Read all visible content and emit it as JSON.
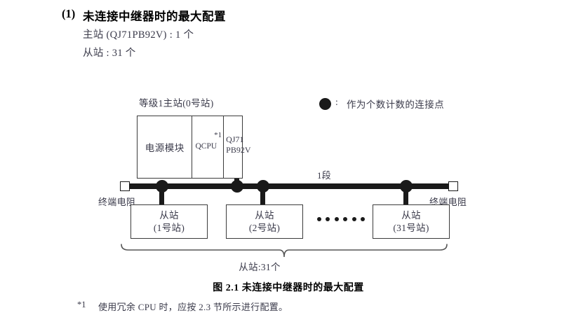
{
  "heading": {
    "number": "(1)",
    "title": "未连接中继器时的最大配置",
    "spec_master": "主站 (QJ71PB92V) : 1 个",
    "spec_slave": "从站 : 31 个"
  },
  "legend": {
    "symbol": "filled-circle",
    "separator": ":",
    "text": "作为个数计数的连接点"
  },
  "diagram": {
    "master_caption": "等级1主站(0号站)",
    "master_modules": {
      "power_label": "电源模块",
      "cpu_label": "QCPU",
      "cpu_footnote": "*1",
      "network_label": "QJ71\nPB92V",
      "network_line1": "QJ71",
      "network_line2": "PB92V"
    },
    "segment_label": "1段",
    "terminator_left": "终端电阻",
    "terminator_right": "终端电阻",
    "slaves": [
      {
        "name": "从站",
        "station": "(1号站)"
      },
      {
        "name": "从站",
        "station": "(2号站)"
      },
      {
        "name": "从站",
        "station": "(31号站)"
      }
    ],
    "ellipsis_count": 6,
    "brace_label": "从站:31个"
  },
  "caption": "图 2.1  未连接中继器时的最大配置",
  "footnote": {
    "marker": "*1",
    "text": "使用冗余 CPU 时，应按 2.3 节所示进行配置。"
  },
  "colors": {
    "ink": "#231f20",
    "text_blue_black": "#3a3a4a",
    "line": "#1a1a1a"
  }
}
